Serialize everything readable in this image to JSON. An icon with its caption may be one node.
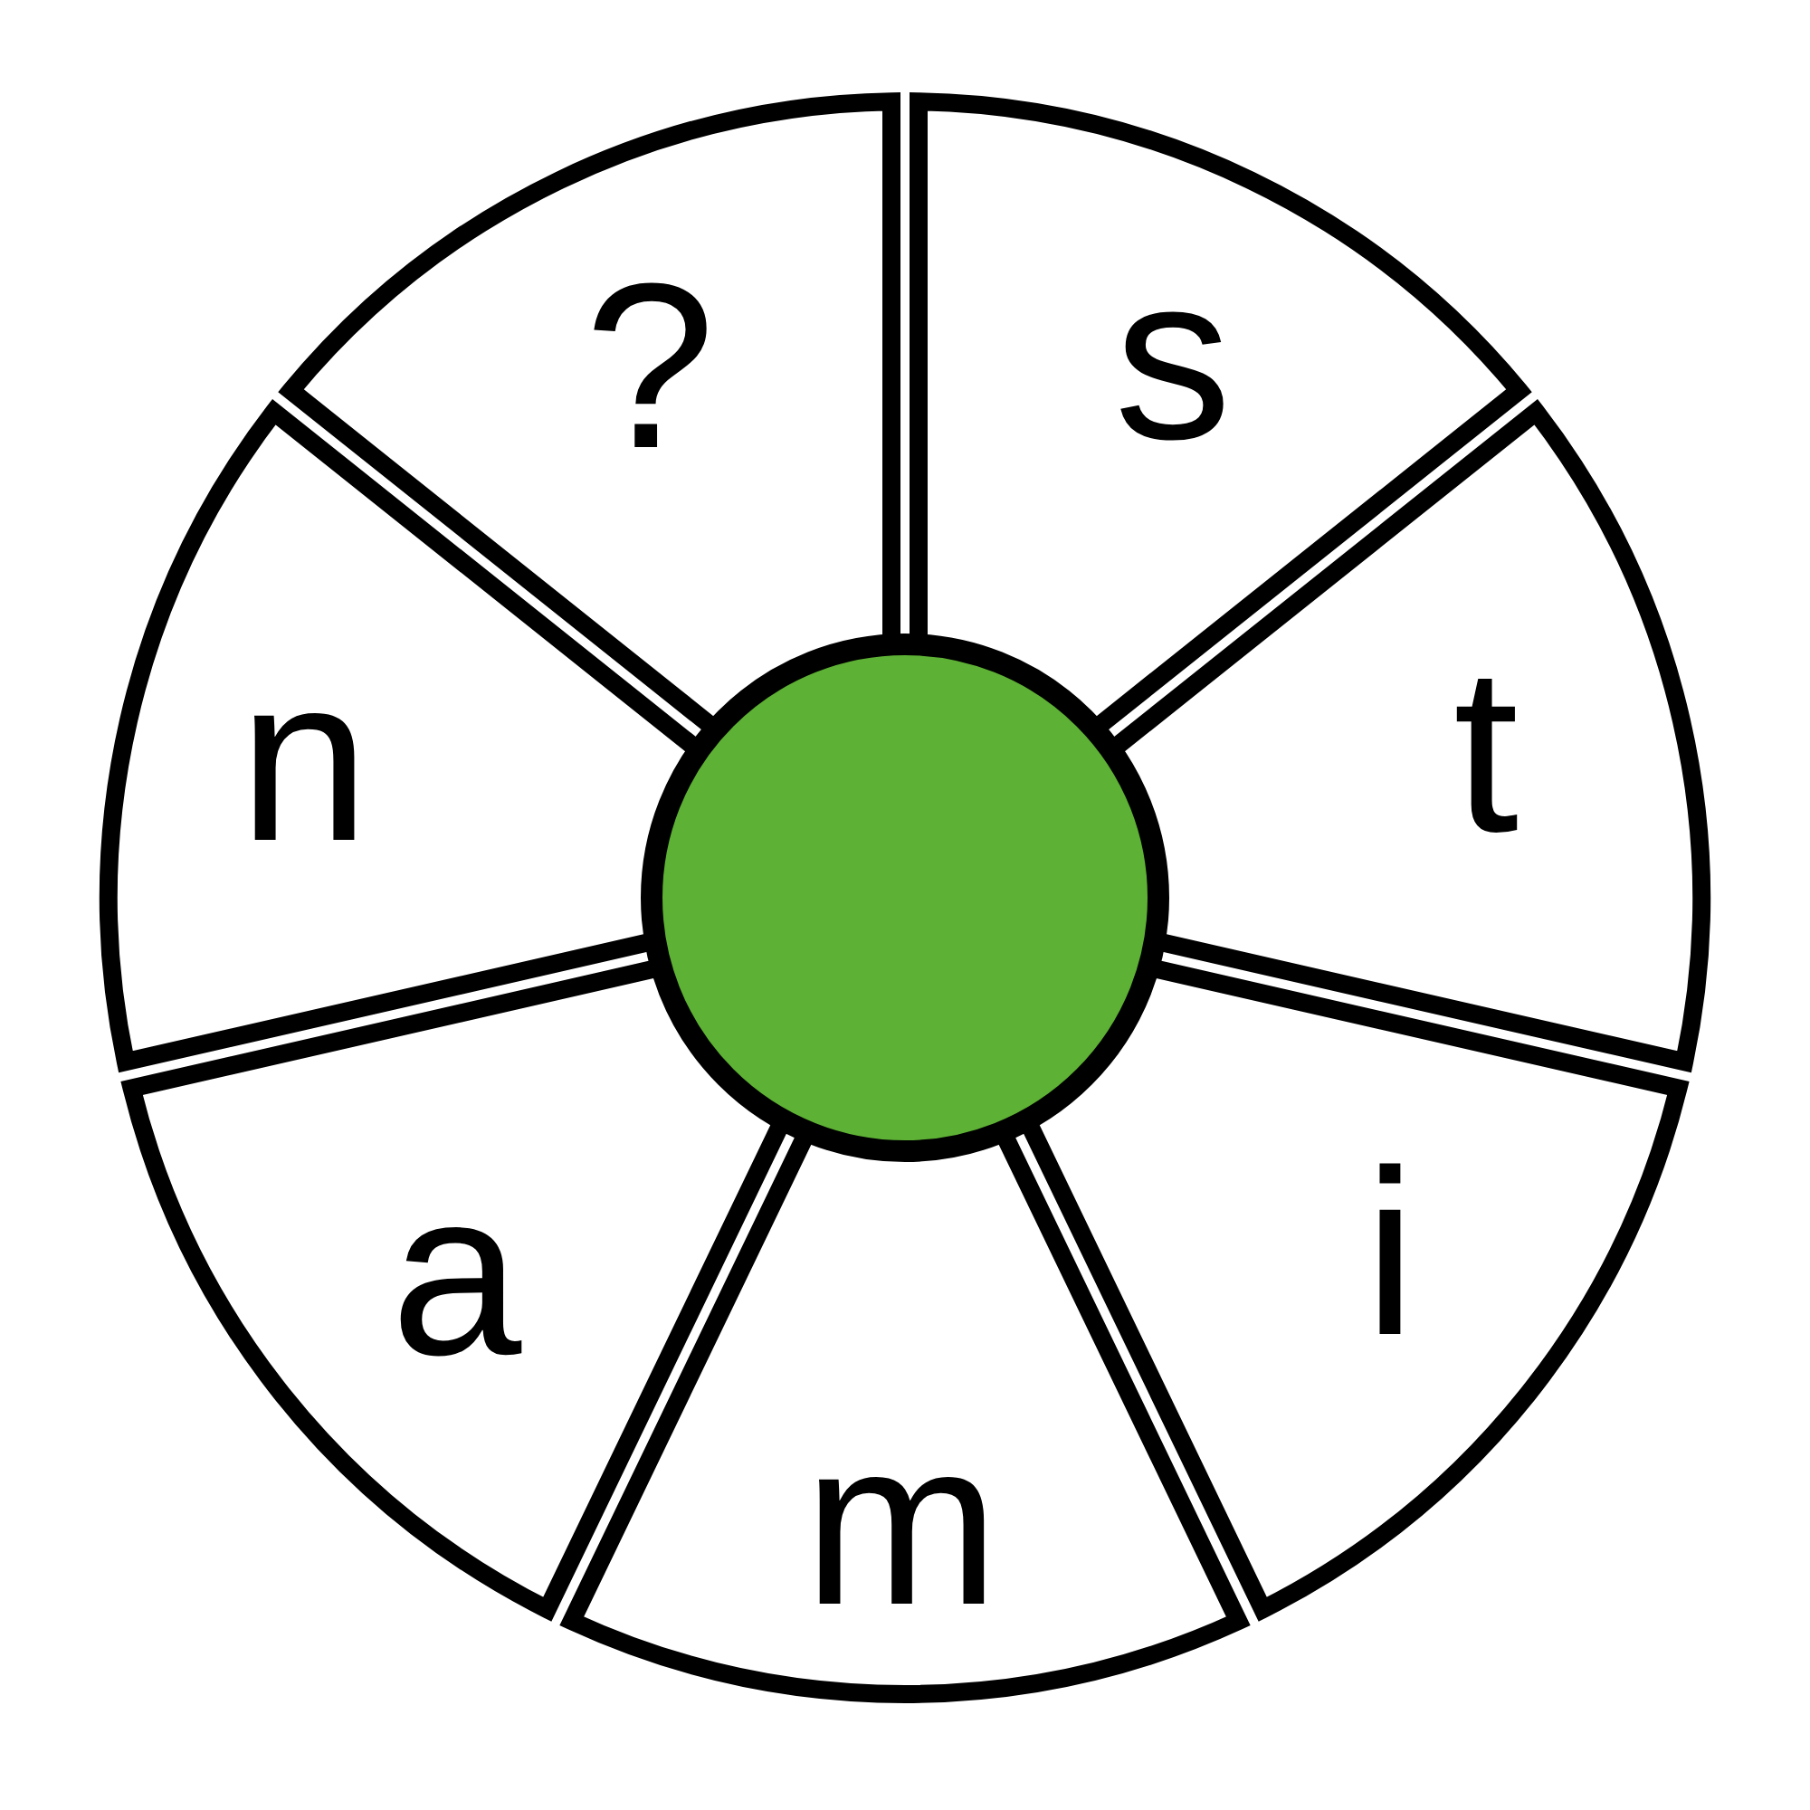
{
  "diagram": {
    "nodes": [
      {
        "text": [
          "?"
        ]
      },
      {
        "text": [
          "s"
        ]
      },
      {
        "text": [
          "t"
        ]
      },
      {
        "text": [
          "i"
        ]
      },
      {
        "text": [
          "m"
        ]
      },
      {
        "text": [
          "a"
        ]
      },
      {
        "text": [
          "n"
        ]
      },
      {
        "text": [],
        "shape": "circle"
      }
    ]
  }
}
